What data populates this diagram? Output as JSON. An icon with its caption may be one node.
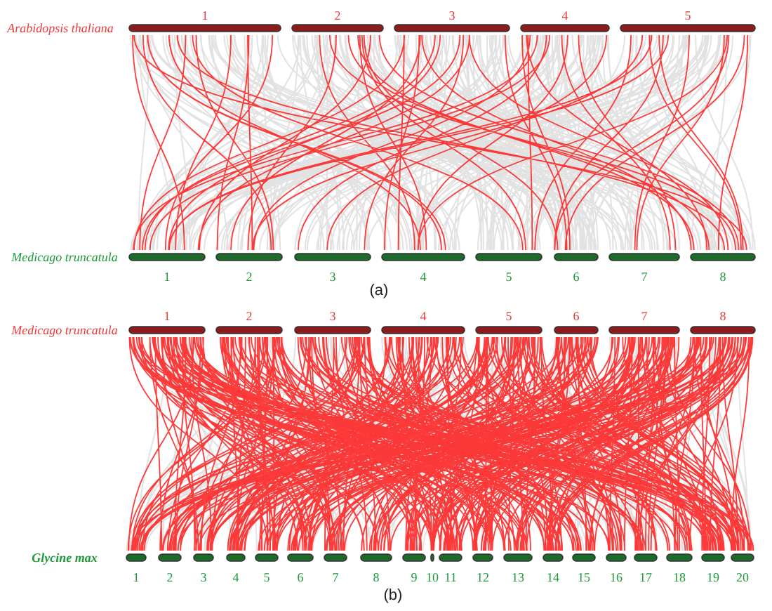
{
  "diagram": {
    "labels": [
      "1",
      "2",
      "3",
      "4",
      "5",
      "Arabidopsis thaliana",
      "Medicago truncatula",
      "1",
      "2",
      "3",
      "4",
      "5",
      "6",
      "7",
      "8",
      "(a)",
      "1",
      "2",
      "3",
      "4",
      "5",
      "6",
      "7",
      "8",
      "Medicago truncatula",
      "Glycine max",
      "1",
      "2",
      "3",
      "4",
      "5",
      "6",
      "7",
      "8",
      "9",
      "10",
      "11",
      "12",
      "13",
      "14",
      "15",
      "16",
      "17",
      "18",
      "19",
      "20",
      "(b)"
    ]
  }
}
